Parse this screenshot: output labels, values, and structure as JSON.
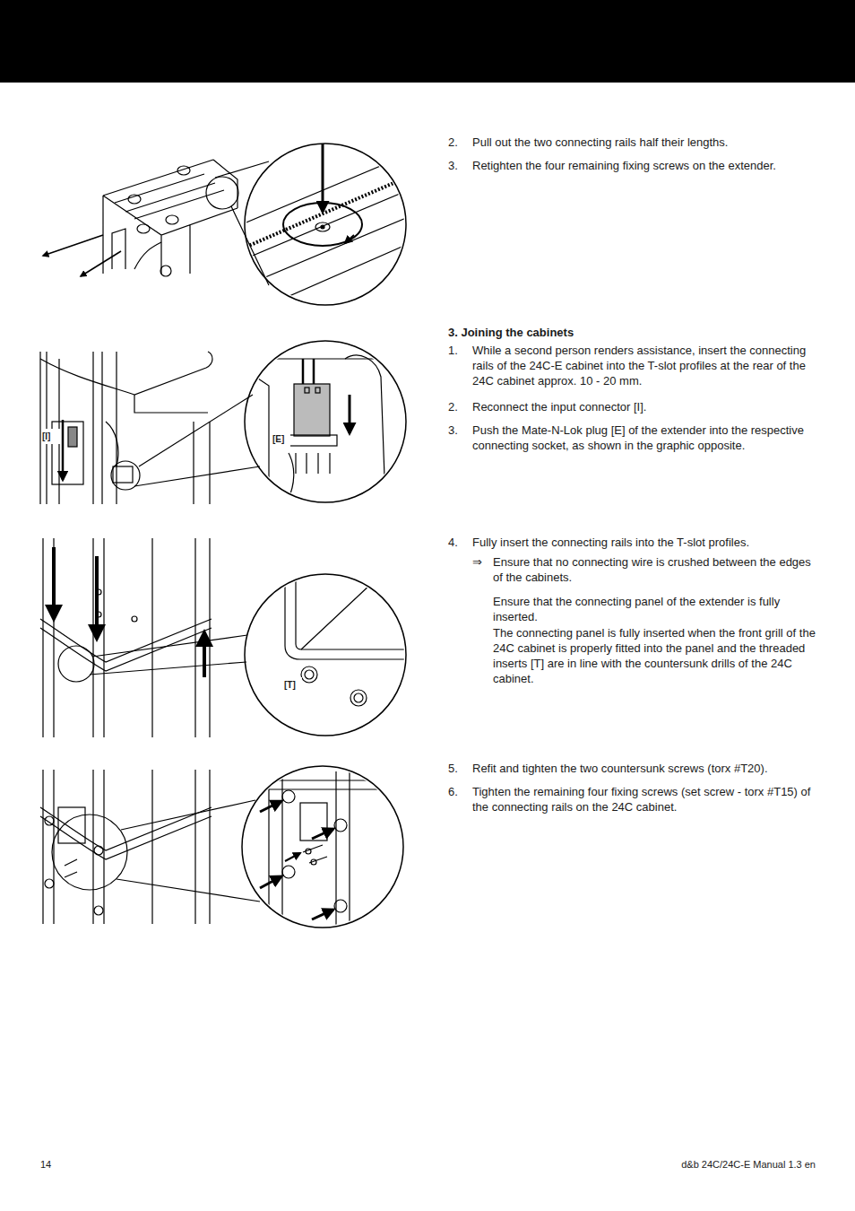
{
  "diagram": {
    "labels": [
      "2.",
      "Pull out the two connecting rails half their lengths.",
      "3.",
      "Retighten the four remaining fixing screws on the extender.",
      "3. Joining the cabinets",
      "1.",
      "While a second person renders assistance, insert the connecting rails of the 24C-E cabinet into the T-slot profiles at the rear of the 24C cabinet approx. 10 - 20 mm.",
      "2.",
      "Reconnect the input connector [I].",
      "3.",
      "Push the Mate-N-Lok plug [E] of the extender into the respective connecting socket, as shown in the graphic opposite.",
      "4.",
      "Fully insert the connecting rails into the T-slot profiles.",
      "⇒",
      "Ensure that no connecting wire is crushed between the edges of the cabinets.",
      "Ensure that the connecting panel of the extender is fully inserted.",
      "The connecting panel is fully inserted when the front grill of the 24C cabinet is properly fitted into the panel and the threaded inserts [T] are in line with the countersunk drills of the 24C cabinet.",
      "5.",
      "Refit and tighten the two countersunk screws (torx #T20).",
      "6.",
      "Tighten the remaining four fixing screws (set screw - torx #T15) of the connecting rails on the 24C cabinet.",
      "14",
      "d&b 24C/24C-E Manual 1.3 en",
      "[I]",
      "[E]",
      "[T]"
    ]
  }
}
